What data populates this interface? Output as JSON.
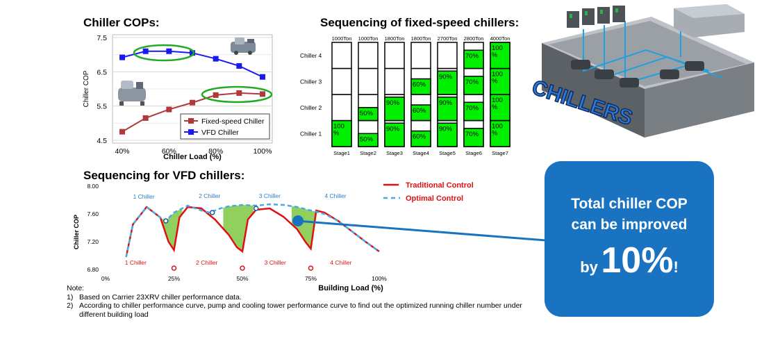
{
  "chart_data": [
    {
      "type": "line",
      "title": "Chiller COPs:",
      "xlabel": "Chiller Load (%)",
      "ylabel": "Chiller COP",
      "x": [
        40,
        50,
        60,
        70,
        80,
        90,
        100
      ],
      "xticks": [
        "40%",
        "60%",
        "80%",
        "100%"
      ],
      "yticks": [
        "7.5",
        "6.5",
        "5.5",
        "4.5"
      ],
      "ylim": [
        4.5,
        7.5
      ],
      "grid": true,
      "legend_position": "bottom-right",
      "series": [
        {
          "name": "Fixed-speed Chiller",
          "color": "#b03a3a",
          "marker": "square",
          "values": [
            4.75,
            5.15,
            5.4,
            5.6,
            5.82,
            5.88,
            5.85
          ]
        },
        {
          "name": "VFD Chiller",
          "color": "#1a1aee",
          "marker": "square",
          "values": [
            6.92,
            7.1,
            7.1,
            7.05,
            6.88,
            6.67,
            6.35
          ]
        }
      ]
    },
    {
      "type": "bar",
      "title": "Sequencing of fixed-speed chillers:",
      "categories": [
        "Stage1",
        "Stage2",
        "Stage3",
        "Stage4",
        "Stage5",
        "Stage6",
        "Stage7"
      ],
      "top_labels": [
        "1000Ton",
        "1000Ton",
        "1800Ton",
        "1800Ton",
        "2700Ton",
        "2800Ton",
        "4000Ton"
      ],
      "row_labels": [
        "Chiller 1",
        "Chiller 2",
        "Chiller 3",
        "Chiller 4"
      ],
      "series": [
        {
          "name": "Chiller 1",
          "values": [
            100,
            50,
            90,
            60,
            90,
            70,
            100
          ],
          "labels": [
            "100\n%",
            "50%",
            "90%",
            "60%",
            "90%",
            "70%",
            "100\n%"
          ]
        },
        {
          "name": "Chiller 2",
          "values": [
            0,
            50,
            90,
            60,
            90,
            70,
            100
          ],
          "labels": [
            "",
            "50%",
            "90%",
            "60%",
            "90%",
            "70%",
            "100\n%"
          ]
        },
        {
          "name": "Chiller 3",
          "values": [
            0,
            0,
            0,
            60,
            90,
            70,
            100
          ],
          "labels": [
            "",
            "",
            "",
            "60%",
            "90%",
            "70%",
            "100\n%"
          ]
        },
        {
          "name": "Chiller 4",
          "values": [
            0,
            0,
            0,
            0,
            0,
            70,
            100
          ],
          "labels": [
            "",
            "",
            "",
            "",
            "",
            "70%",
            "100\n%"
          ]
        }
      ]
    },
    {
      "type": "line",
      "title": "Sequencing for VFD chillers:",
      "xlabel": "Building Load (%)",
      "ylabel": "Chiller COP",
      "xticks": [
        "0%",
        "25%",
        "50%",
        "75%",
        "100%"
      ],
      "yticks": [
        "8.00",
        "7.60",
        "7.20",
        "6.80"
      ],
      "ylim": [
        6.8,
        8.0
      ],
      "xlim": [
        0,
        100
      ],
      "legend_position": "top-right",
      "series": [
        {
          "name": "Traditional Control",
          "color": "#e01010",
          "dash": false,
          "x": [
            7.5,
            10,
            15,
            20,
            23,
            25,
            27,
            30,
            35,
            40,
            45,
            48,
            50,
            52,
            55,
            60,
            65,
            70,
            73,
            75,
            77,
            80,
            85,
            90,
            95,
            100
          ],
          "values": [
            6.98,
            7.45,
            7.7,
            7.55,
            7.2,
            7.08,
            7.55,
            7.7,
            7.68,
            7.52,
            7.3,
            7.12,
            7.06,
            7.52,
            7.66,
            7.68,
            7.56,
            7.38,
            7.2,
            7.1,
            7.65,
            7.62,
            7.5,
            7.35,
            7.2,
            7.06
          ]
        },
        {
          "name": "Optimal Control",
          "color": "#4aaae6",
          "dash": true,
          "x": [
            7.5,
            10,
            15,
            20,
            22,
            25,
            30,
            35,
            38,
            42,
            45,
            50,
            55,
            60,
            65,
            70,
            75,
            80,
            85,
            90,
            95,
            100
          ],
          "values": [
            6.98,
            7.45,
            7.7,
            7.55,
            7.5,
            7.62,
            7.72,
            7.65,
            7.62,
            7.68,
            7.71,
            7.73,
            7.72,
            7.74,
            7.73,
            7.7,
            7.65,
            7.6,
            7.5,
            7.35,
            7.2,
            7.06
          ]
        }
      ],
      "annotations": {
        "upper": [
          "1 Chiller",
          "2 Chiller",
          "3 Chiller",
          "4 Chiller"
        ],
        "lower": [
          "1 Chiller",
          "2 Chiller",
          "3 Chiller",
          "4 Chiller"
        ]
      }
    }
  ],
  "chillers_label": "CHILLERS",
  "note": {
    "heading": "Note:",
    "items": [
      {
        "num": "1)",
        "text": "Based on Carrier 23XRV chiller performance data."
      },
      {
        "num": "2)",
        "text": "According to chiller performance curve, pump and cooling tower performance curve to find out the optimized running chiller number under"
      },
      {
        "num": "",
        "text": "different building load"
      }
    ]
  },
  "callout": {
    "line1": "Total chiller COP",
    "line2": "can be improved",
    "by": "by",
    "value": "10%",
    "exclaim": "!"
  },
  "colors": {
    "callout": "#1a73c1",
    "green_fill": "#00f000",
    "area_fill": "#7ec843",
    "ellipse": "#22aa22"
  }
}
